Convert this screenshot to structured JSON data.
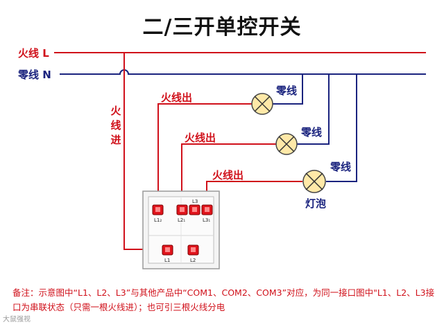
{
  "title": "二/三开单控开关",
  "lines": {
    "live": "火线 L",
    "neutral": "零线 N"
  },
  "labels": {
    "live_in": "火线进",
    "live_out": [
      "火线出",
      "火线出",
      "火线出"
    ],
    "neutral": [
      "零线",
      "零线",
      "零线"
    ],
    "lamp": "灯泡"
  },
  "terminals": {
    "top": [
      "L1₂",
      "L2₁",
      "L3",
      "L3₁"
    ],
    "bottom": [
      "L1",
      "L2"
    ]
  },
  "note": "备注：示意图中“L1、L2、L3”与其他产品中“COM1、COM2、COM3”对应，为同一接口图中\"L1、L2、L3接口为串联状态（只需一根火线进）；也可引三根火线分",
  "note_tail": "电",
  "watermark": "大鼠强视",
  "colors": {
    "live": "#d0101a",
    "neutral": "#1a237e",
    "lamp_glow": "#ffe9a8",
    "terminal": "#e0141c"
  }
}
